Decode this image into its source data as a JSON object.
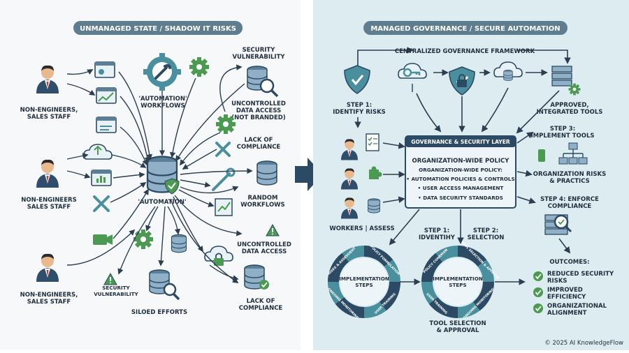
{
  "left_panel": {
    "header": "UNMANAGED STATE / SHADOW IT RISKS",
    "users": [
      {
        "label_line1": "NON-ENGINEERS,",
        "label_line2": "SALES STAFF"
      },
      {
        "label_line1": "NON-ENGINEERS",
        "label_line2": "SALES STAFF"
      },
      {
        "label_line1": "NON-ENGINEERS,",
        "label_line2": "SALES STAFF"
      }
    ],
    "automation_workflows": {
      "line1": "'AUTOMATION'",
      "line2": "WORKFLOWS"
    },
    "automation_hub": "'AUTOMATION'",
    "siloed_efforts": "SILOED EFFORTS",
    "security_vulnerability_top": {
      "line1": "SECURITY",
      "line2": "VULNERABILITY"
    },
    "security_vulnerability_bottom": {
      "line1": "SECURITY",
      "line2": "VULNERABILITY"
    },
    "uncontrolled_data_access_top": {
      "line1": "UNCONTROLLED",
      "line2": "DATA ACCESS",
      "line3": "(NOT BRANDED)"
    },
    "lack_of_compliance_top": {
      "line1": "LACK OF",
      "line2": "COMPLIANCE"
    },
    "random_workflows": {
      "line1": "RANDOM",
      "line2": "WORKFLOWS"
    },
    "uncontrolled_data_access_bottom": {
      "line1": "UNCONTROLLED",
      "line2": "DATA ACCESS"
    },
    "lack_of_compliance_bottom": {
      "line1": "LACK OF",
      "line2": "COMPLIANCE"
    }
  },
  "right_panel": {
    "header": "MANAGED GOVERNANCE / SECURE AUTOMATION",
    "framework_title": "CENTRALIZED GOVERNANCE FRAMEWORK",
    "step1_identify": {
      "line1": "STEP 1:",
      "line2": "IDENTIFY RISKS"
    },
    "approved_tools": {
      "line1": "APPROVED,",
      "line2": "INTEGRATED TOOLS"
    },
    "governance_layer": {
      "title": "GOVERNANCE & SECURITY LAYER",
      "main": "ORGANIZATION-WIDE POLICY",
      "sub": "ORGANIZATION-WIDE POLICY:",
      "bullets": [
        "• AUTOMATION POLICIES & CONTROLS",
        "• USER ACCESS MANAGEMENT",
        "• DATA SECURITY STANDARDS"
      ]
    },
    "step3": {
      "line1": "STEP 3:",
      "line2": "IMPLEMENT TOOLS"
    },
    "org_risks": {
      "line1": "ORGANIZATION RISKS",
      "line2": "& PRACTICS"
    },
    "step4": {
      "line1": "STEP 4: ENFORCE",
      "line2": "COMPLIANCE"
    },
    "workers_assess": "WORKERS | ASSESS",
    "step1_identity": {
      "line1": "STEP 1:",
      "line2": "IDVENTIHY"
    },
    "step2_selection": {
      "line1": "STEP 2:",
      "line2": "SELECTION"
    },
    "cycle_left": {
      "center_line1": "IMPLEMENTATION",
      "center_line2": "STEPS",
      "arc_labels": [
        "RISKS & ASSESSIENT",
        "POLICY FORMULATION",
        "USER TRAINING",
        "ONGOING MONITORING"
      ]
    },
    "cycle_right": {
      "center_line1": "IMPLEMENTATION",
      "center_line2": "STEPS",
      "arc_labels": [
        "POLICY CONRMON",
        "TOOL SELECTION & APPROVE",
        "ONGOING MONITORING",
        "USER TRAINING"
      ]
    },
    "tool_selection": {
      "line1": "TOOL SELECTION",
      "line2": "& APPROVAL"
    },
    "outcomes": {
      "title": "OUTCOMES:",
      "items": [
        {
          "line1": "REDUCED SECURITY",
          "line2": "RISKS"
        },
        {
          "line1": "IMPROVED",
          "line2": "EFFICIENCY"
        },
        {
          "line1": "ORGANIZATIONAL",
          "line2": "ALIGNMENT"
        }
      ]
    },
    "copyright": "© 2025 AI KnowledgeFlow"
  },
  "colors": {
    "left_bg": "#f6f8fa",
    "right_bg": "#dcecf0",
    "header_pill": "#5e7d8f",
    "navy": "#2c4a63",
    "teal": "#4a8f9e",
    "green": "#4c9a52",
    "suit": "#2f4e6b"
  }
}
